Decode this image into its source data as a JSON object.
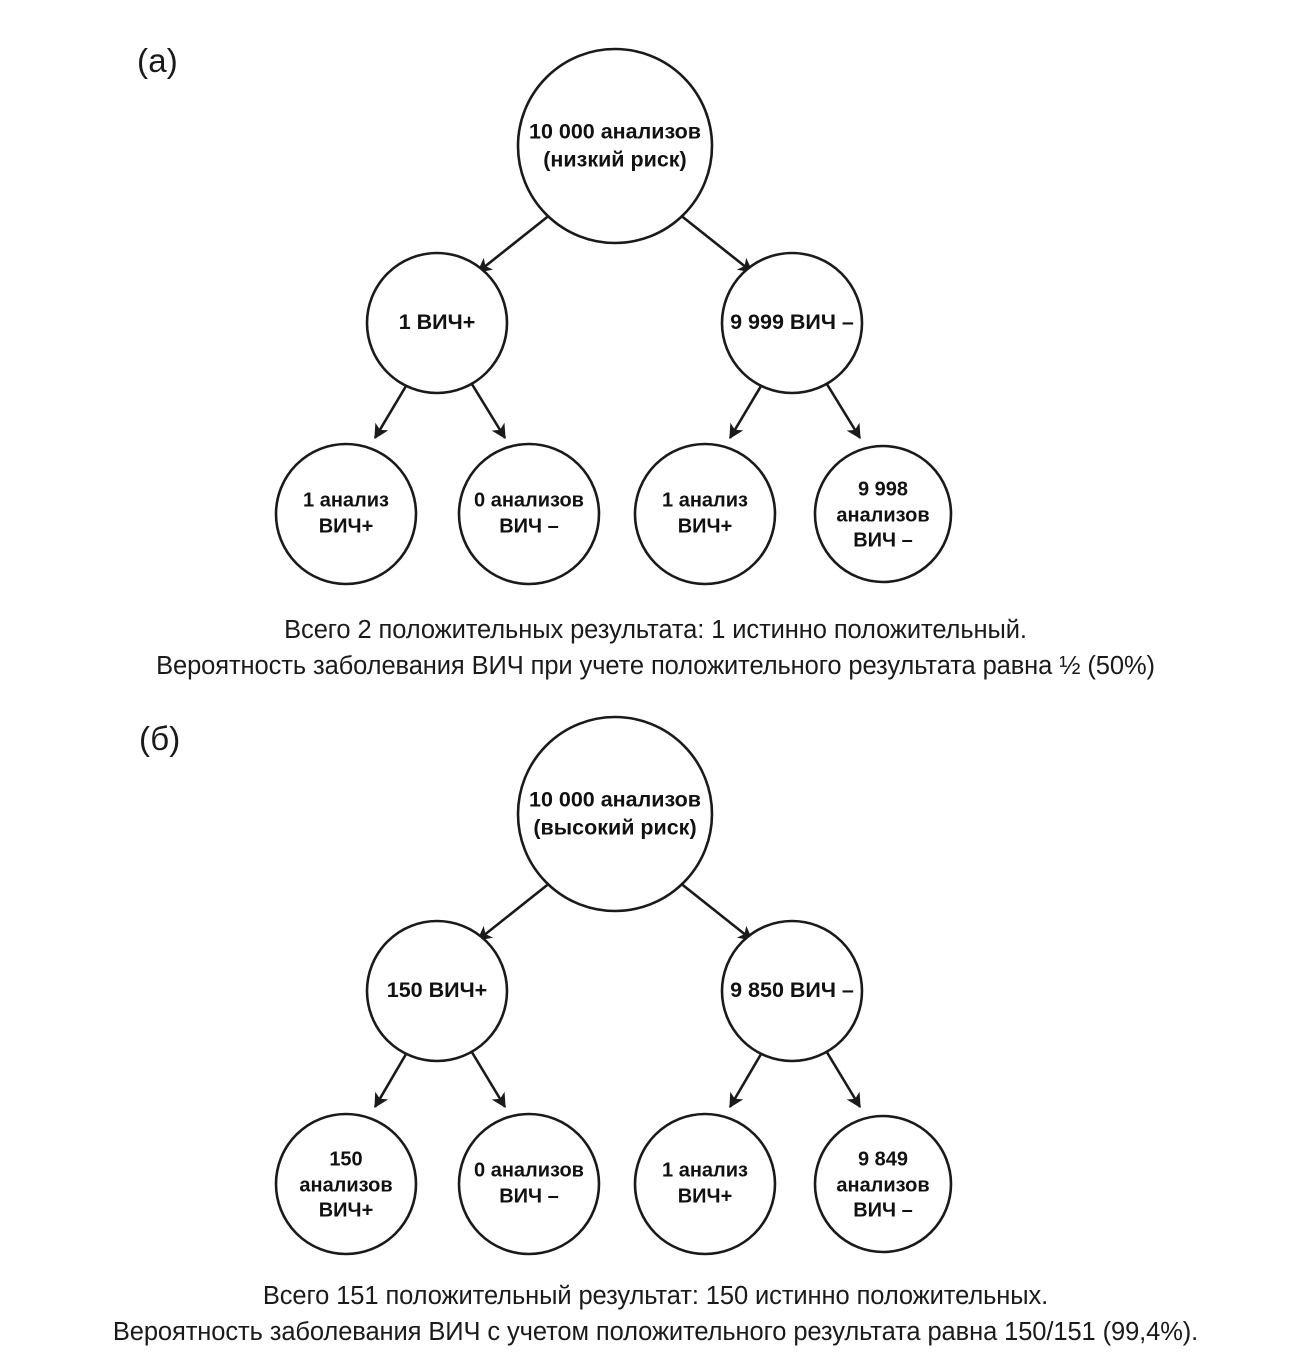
{
  "figure": {
    "type": "probability-tree-diagram",
    "topic": "HIV test screening outcomes",
    "panels": [
      {
        "id": "a",
        "label": "(a)",
        "root": {
          "text": "10 000 анализов\n(низкий риск)"
        },
        "level2": [
          {
            "text": "1 ВИЧ+"
          },
          {
            "text": "9 999 ВИЧ –"
          }
        ],
        "leaves": [
          {
            "text": "1 анализ\nВИЧ+"
          },
          {
            "text": "0 анализов\nВИЧ –"
          },
          {
            "text": "1 анализ\nВИЧ+"
          },
          {
            "text": "9 998\nанализов\nВИЧ –"
          }
        ],
        "caption": [
          "Всего 2 положительных результата: 1 истинно положительный.",
          "Вероятность заболевания ВИЧ при учете положительного результата равна ½ (50%)"
        ]
      },
      {
        "id": "b",
        "label": "(б)",
        "root": {
          "text": "10 000 анализов\n(высокий риск)"
        },
        "level2": [
          {
            "text": "150 ВИЧ+"
          },
          {
            "text": "9 850 ВИЧ –"
          }
        ],
        "leaves": [
          {
            "text": "150\nанализов\nВИЧ+"
          },
          {
            "text": "0 анализов\nВИЧ –"
          },
          {
            "text": "1 анализ\nВИЧ+"
          },
          {
            "text": "9 849\nанализов\nВИЧ –"
          }
        ],
        "caption": [
          "Всего 151 положительный результат: 150 истинно положительных.",
          "Вероятность заболевания ВИЧ с учетом положительного результата равна 150/151 (99,4%)."
        ]
      }
    ],
    "colors": {
      "ink": "#1a1a1a",
      "background": "#ffffff",
      "node_fill": "#ffffff"
    }
  },
  "chart_data": {
    "type": "diagram",
    "title": "Probability tree: HIV testing in low-risk vs high-risk populations",
    "panels": [
      {
        "label": "(a)",
        "scenario": "низкий риск",
        "total": 10000,
        "true_positive_pool": 1,
        "true_negative_pool": 9999,
        "test_positive_from_positive": 1,
        "test_negative_from_positive": 0,
        "test_positive_from_negative": 1,
        "test_negative_from_negative": 9998,
        "total_positives": 2,
        "true_positives": 1,
        "ppv": "½ (50%)"
      },
      {
        "label": "(б)",
        "scenario": "высокий риск",
        "total": 10000,
        "true_positive_pool": 150,
        "true_negative_pool": 9850,
        "test_positive_from_positive": 150,
        "test_negative_from_positive": 0,
        "test_positive_from_negative": 1,
        "test_negative_from_negative": 9849,
        "total_positives": 151,
        "true_positives": 150,
        "ppv": "150/151 (99,4%)"
      }
    ]
  }
}
